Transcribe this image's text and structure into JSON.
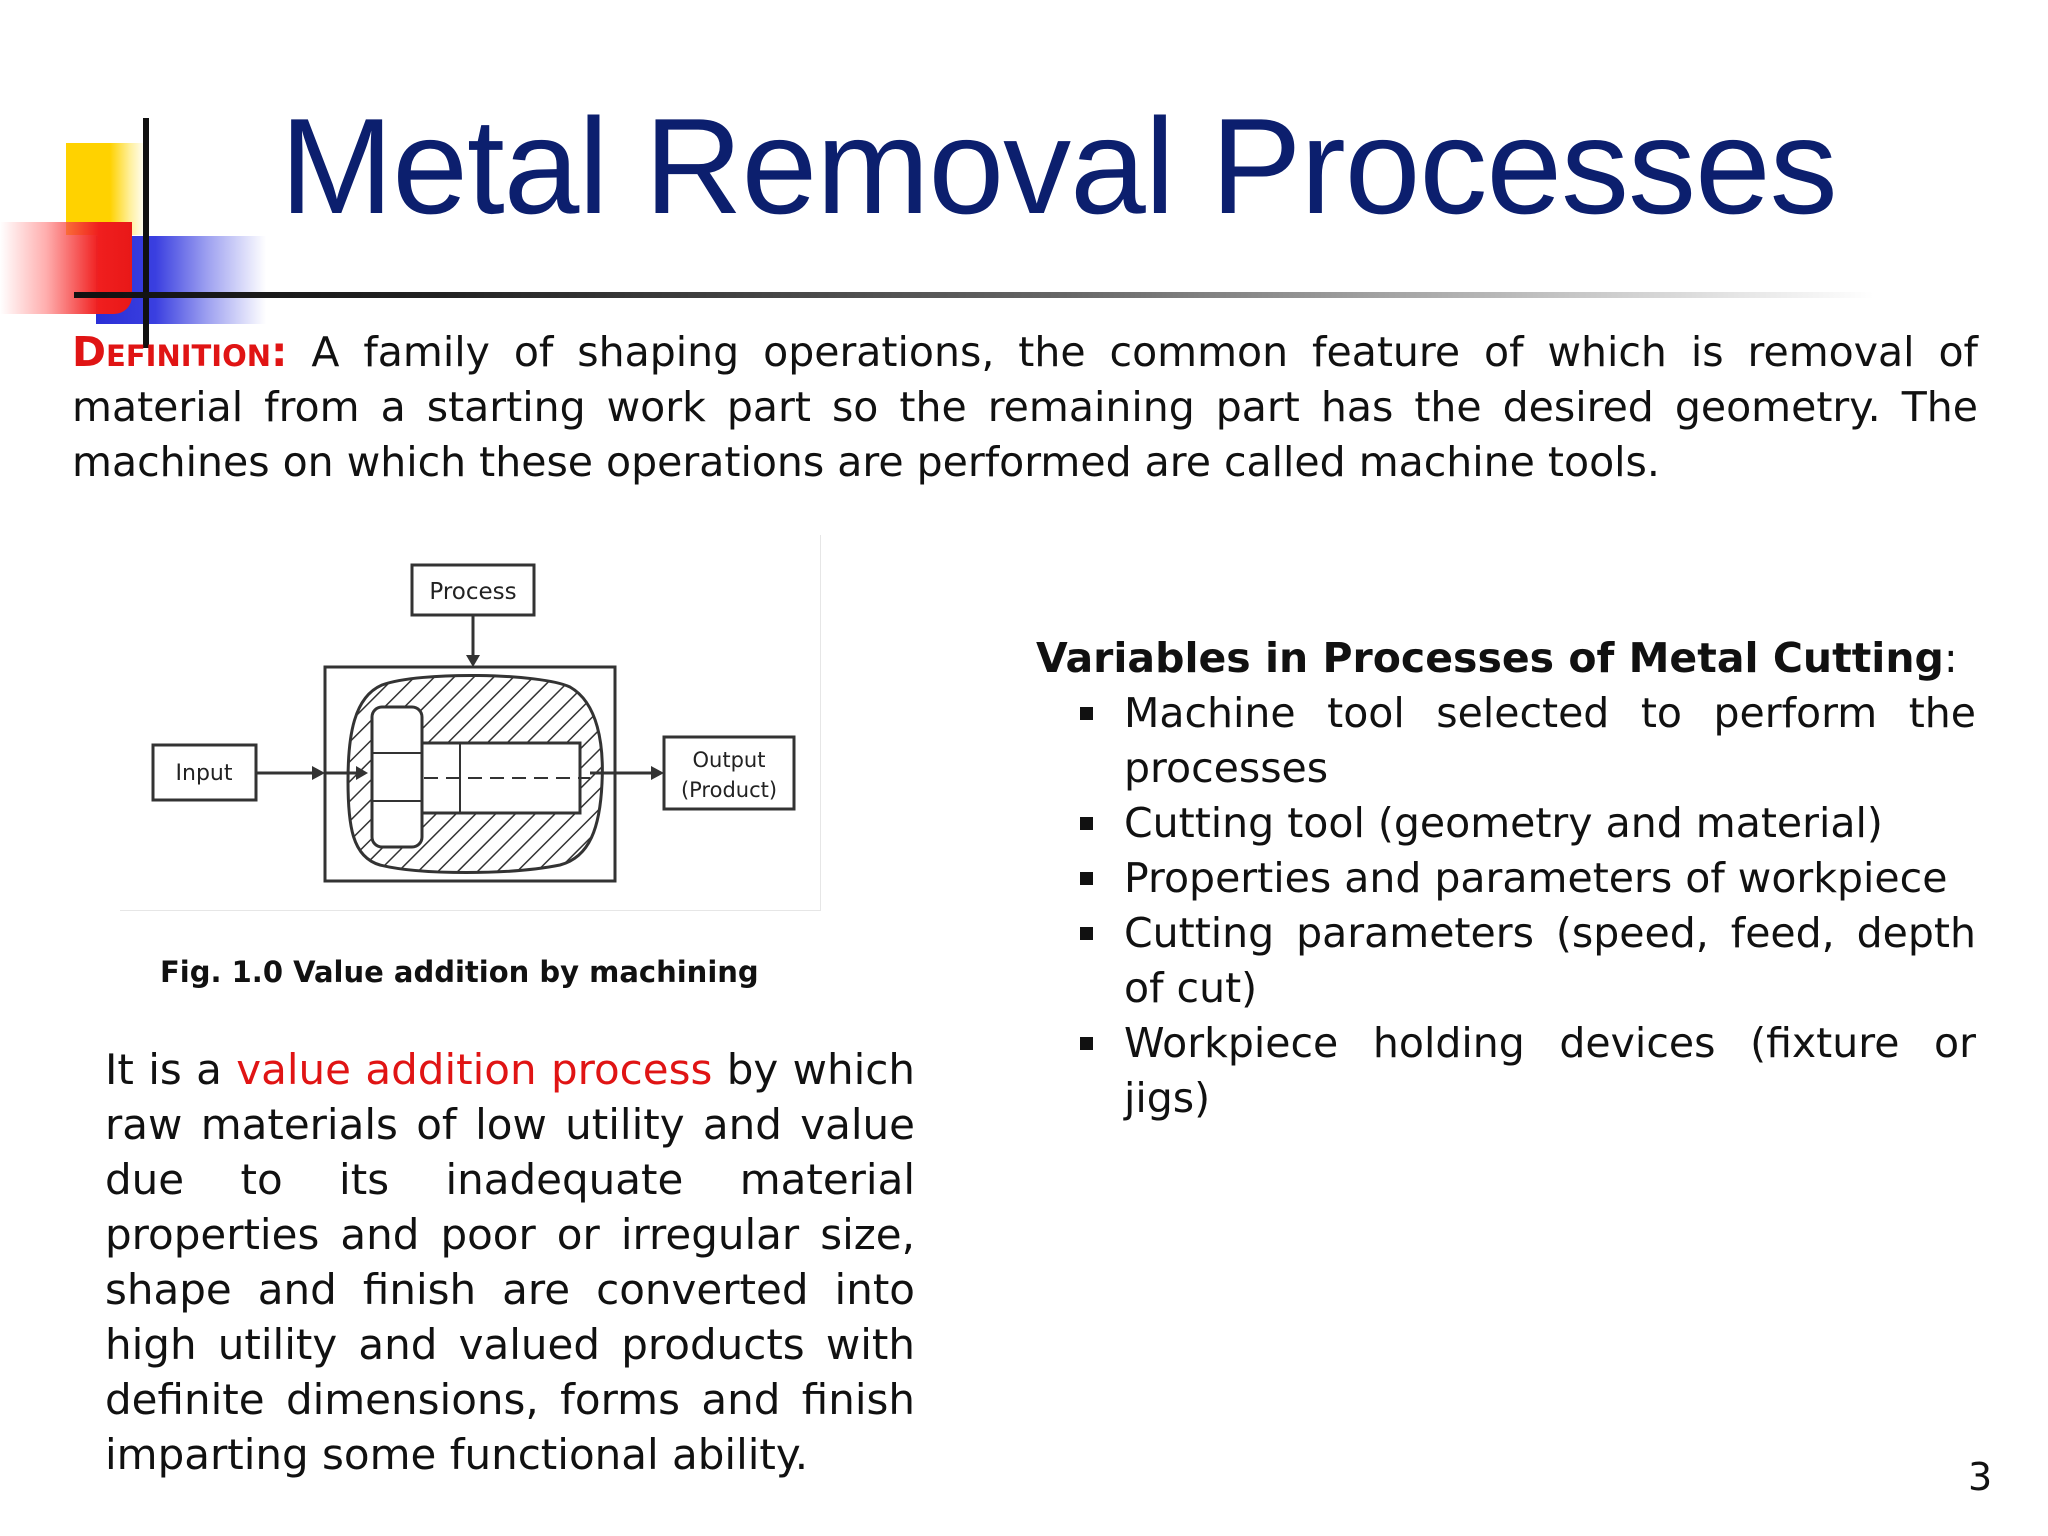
{
  "slide": {
    "title": "Metal Removal Processes",
    "page_number": "3"
  },
  "definition": {
    "label": "Definition:",
    "text": " A family of shaping operations, the common feature of which is removal of material from a starting work part so the remaining part has the desired geometry. The machines on which these operations are performed are called machine tools."
  },
  "figure": {
    "process_label": "Process",
    "input_label": "Input",
    "output_label": "Output",
    "product_label": "(Product)",
    "caption": "Fig. 1.0 Value addition by machining"
  },
  "value_addition": {
    "prefix": "It is a ",
    "highlight": "value addition process",
    "suffix": " by which raw materials of low utility and value due to its inadequate material properties and poor or irregular size, shape and finish are converted into high utility and valued products with definite dimensions, forms and finish imparting some functional ability."
  },
  "variables": {
    "heading": "Variables in Processes of Metal Cutting",
    "heading_colon": ":",
    "items": [
      "Machine tool selected to perform the processes",
      "Cutting tool (geometry and material)",
      " Properties and parameters of workpiece",
      " Cutting parameters (speed, feed, depth of cut)",
      " Workpiece holding devices (fixture or jigs)"
    ]
  },
  "colors": {
    "title": "#0c1f6e",
    "accent_red": "#e01414",
    "deco_yellow": "#ffd200",
    "deco_blue": "#2a2fd6",
    "deco_red": "#f01e1e"
  }
}
